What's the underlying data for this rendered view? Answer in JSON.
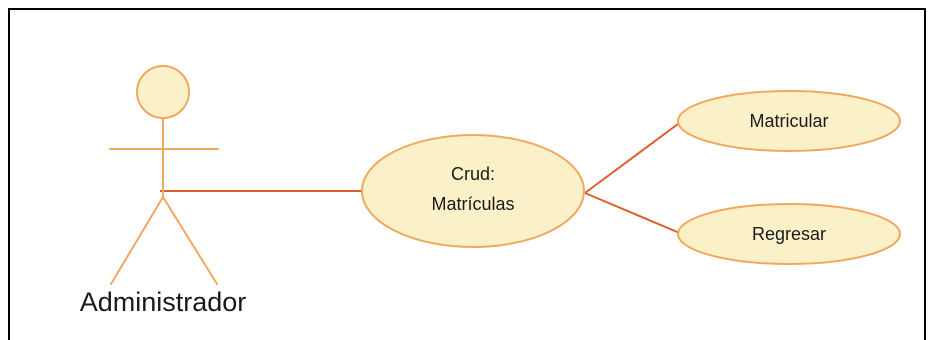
{
  "actor": {
    "name": "Administrador"
  },
  "use_cases": {
    "crud": {
      "line1": "Crud:",
      "line2": "Matrículas"
    },
    "matricular": {
      "label": "Matricular"
    },
    "regresar": {
      "label": "Regresar"
    }
  },
  "colors": {
    "actor_stroke": "#f0a860",
    "association_line": "#d9602b",
    "use_case_fill": "#fbf1c9",
    "use_case_stroke": "#f0a860"
  }
}
